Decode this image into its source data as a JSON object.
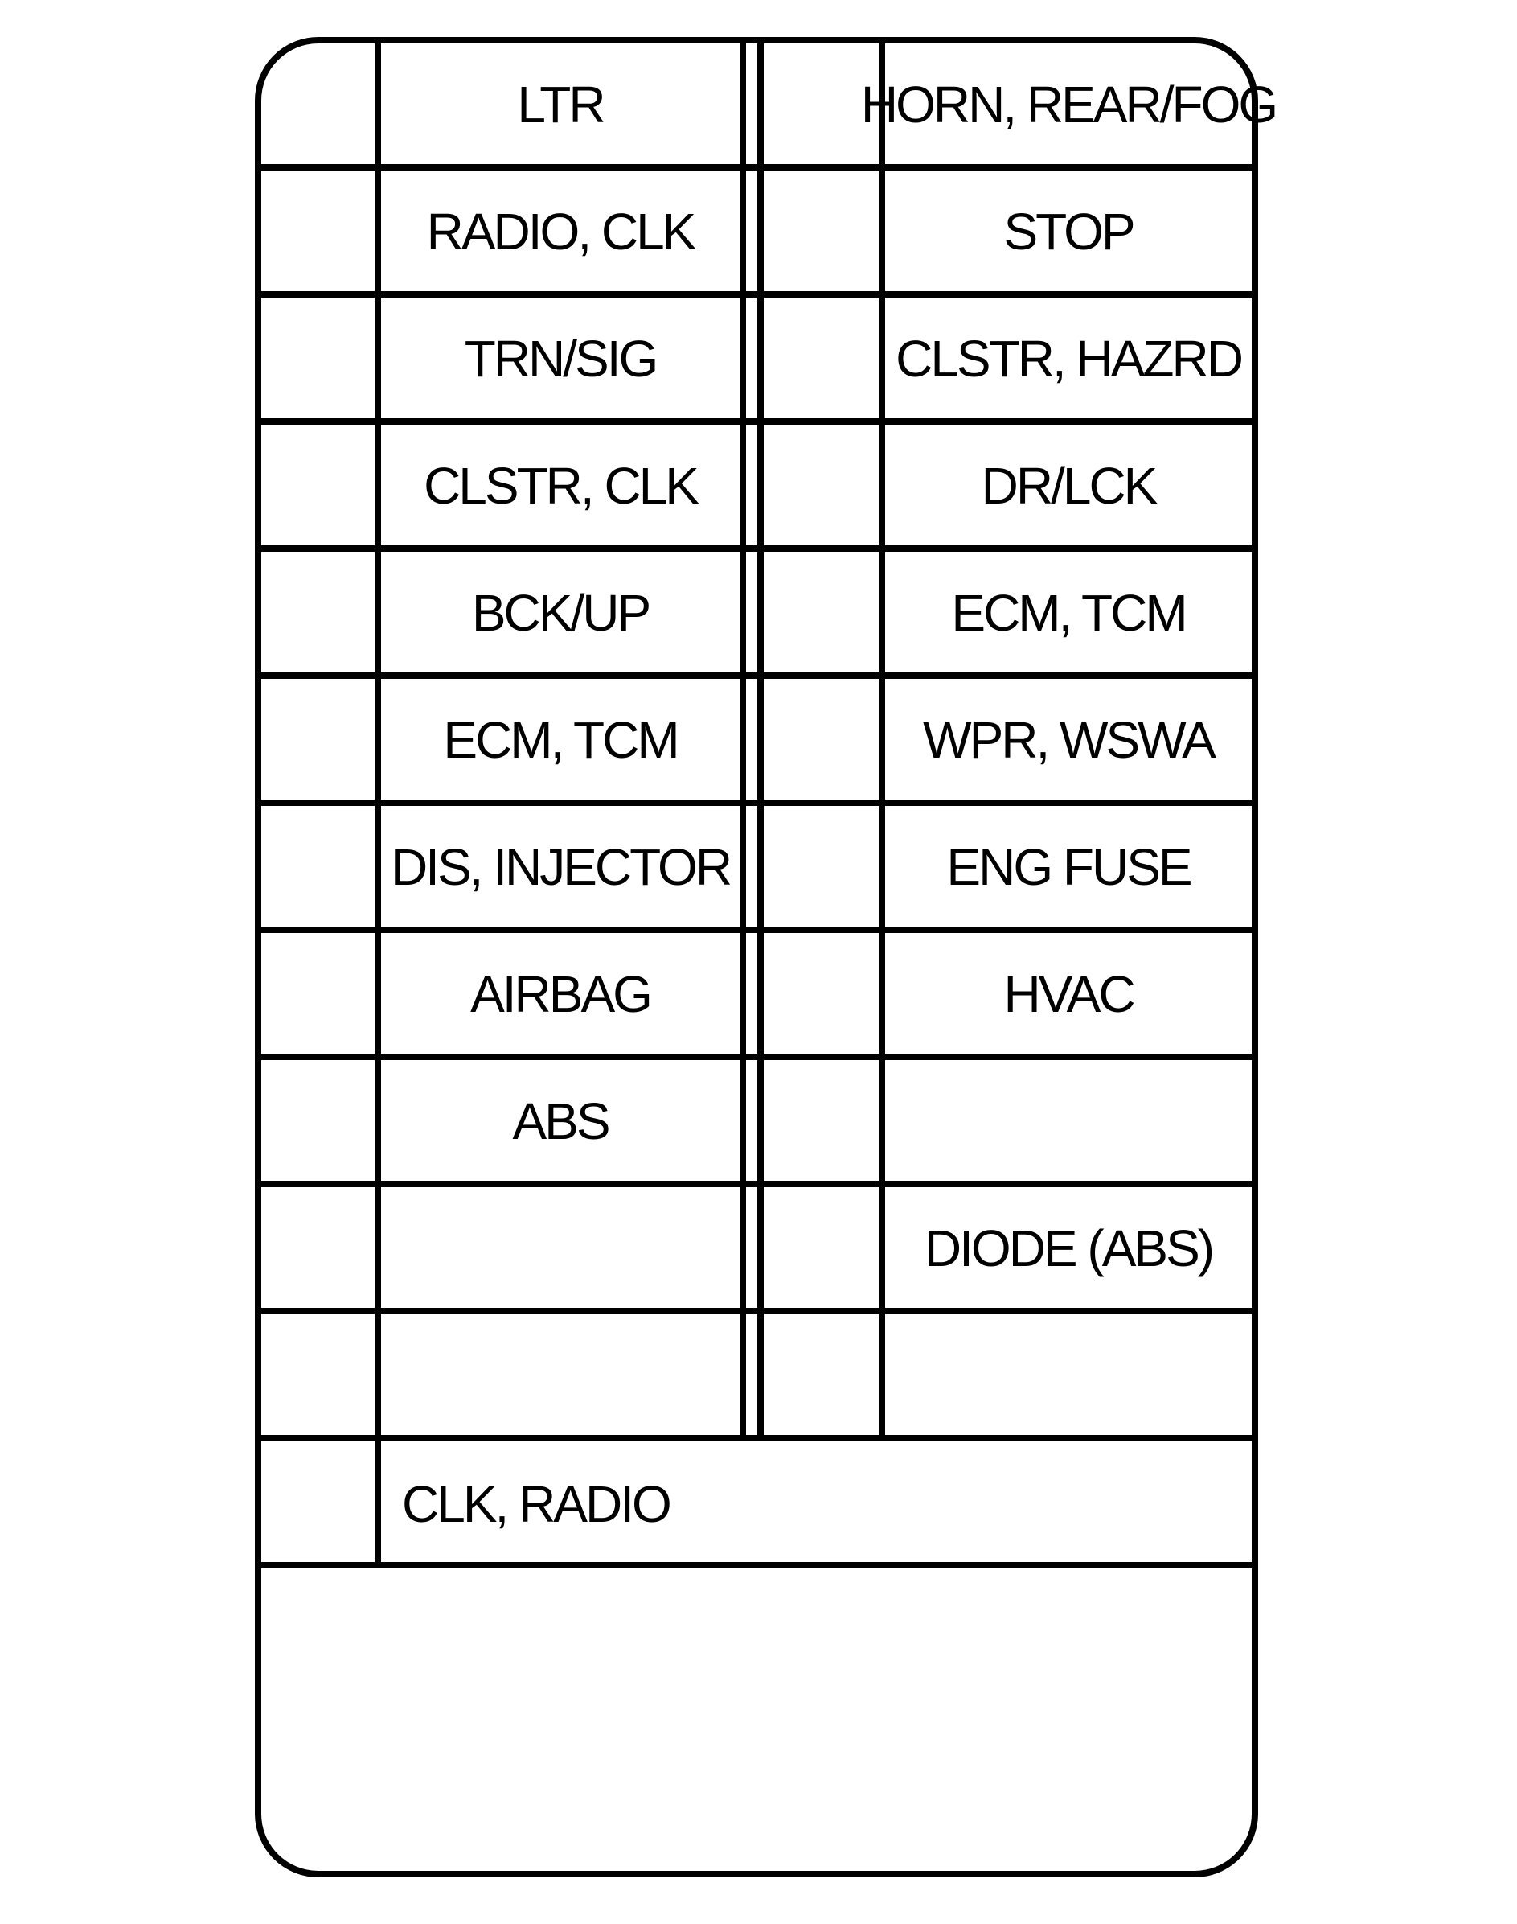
{
  "fuse_panel": {
    "rows": [
      {
        "left": "LTR",
        "right": "HORN, REAR/FOG"
      },
      {
        "left": "RADIO, CLK",
        "right": "STOP"
      },
      {
        "left": "TRN/SIG",
        "right": "CLSTR, HAZRD"
      },
      {
        "left": "CLSTR, CLK",
        "right": "DR/LCK"
      },
      {
        "left": "BCK/UP",
        "right": "ECM, TCM"
      },
      {
        "left": "ECM, TCM",
        "right": "WPR, WSWA"
      },
      {
        "left": "DIS, INJECTOR",
        "right": "ENG FUSE"
      },
      {
        "left": "AIRBAG",
        "right": "HVAC"
      },
      {
        "left": "ABS",
        "right": ""
      },
      {
        "left": "",
        "right": "DIODE (ABS)"
      },
      {
        "left": "",
        "right": ""
      }
    ],
    "wide_row_label": "CLK, RADIO"
  },
  "colors": {
    "line": "#000000",
    "background": "#ffffff"
  }
}
